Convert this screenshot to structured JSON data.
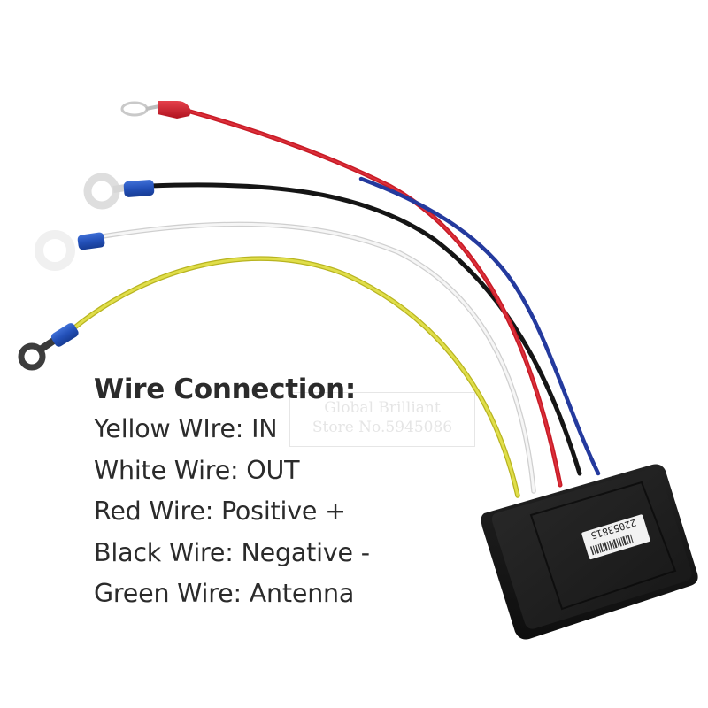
{
  "image": {
    "subject": "Winch remote control receiver module with wiring harness",
    "background_color": "#ffffff"
  },
  "caption": {
    "heading": "Wire Connection:",
    "lines": [
      "Yellow WIre: IN",
      "White Wire: OUT",
      "Red Wire: Positive +",
      "Black Wire: Negative -",
      "Green Wire: Antenna"
    ],
    "text_color": "#2b2b2b"
  },
  "module": {
    "label_number": "22053815",
    "body_color": "#1c1c1c",
    "label_color": "#f2f2f2"
  },
  "wires": [
    {
      "name": "red",
      "color": "#d3202a",
      "terminal": "ring-terminal-red-insulated"
    },
    {
      "name": "black",
      "color": "#1a1a1a",
      "terminal": "ring-terminal-blue-insulated"
    },
    {
      "name": "white",
      "color": "#ececec",
      "terminal": "ring-terminal-blue-insulated"
    },
    {
      "name": "yellow",
      "color": "#d6d43a",
      "terminal": "ring-terminal-blue-insulated"
    },
    {
      "name": "blue",
      "color": "#243a9e",
      "terminal": "none"
    }
  ],
  "watermark": {
    "line1": "Global Brilliant",
    "line2": "Store No.5945086"
  }
}
